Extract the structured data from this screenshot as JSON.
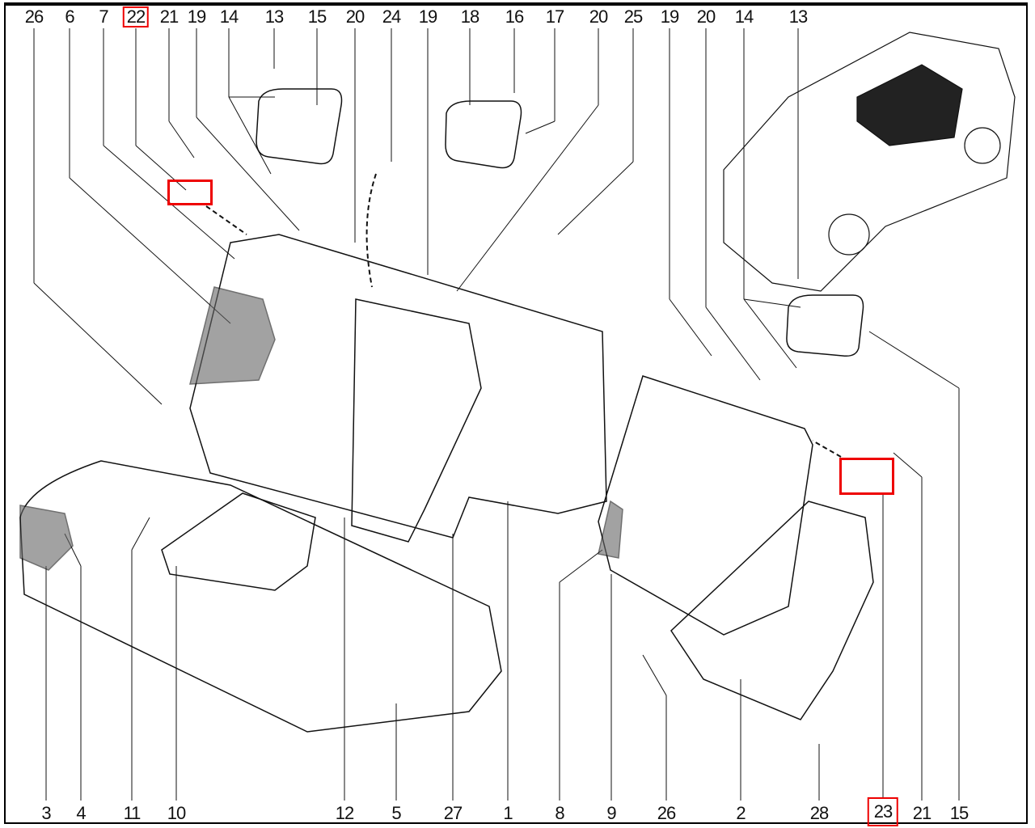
{
  "title": "Rear seat assembly exploded parts diagram",
  "highlight_color": "#e00000",
  "top_callouts": [
    "26",
    "6",
    "7",
    "22",
    "21",
    "19",
    "14",
    "13",
    "15",
    "20",
    "24",
    "19",
    "18",
    "16",
    "17",
    "20",
    "25",
    "19",
    "20",
    "14",
    "13"
  ],
  "bottom_callouts": [
    "3",
    "4",
    "11",
    "10",
    "12",
    "5",
    "27",
    "1",
    "8",
    "9",
    "26",
    "2",
    "28",
    "23",
    "21",
    "15"
  ],
  "highlighted_parts": [
    "22",
    "23"
  ]
}
